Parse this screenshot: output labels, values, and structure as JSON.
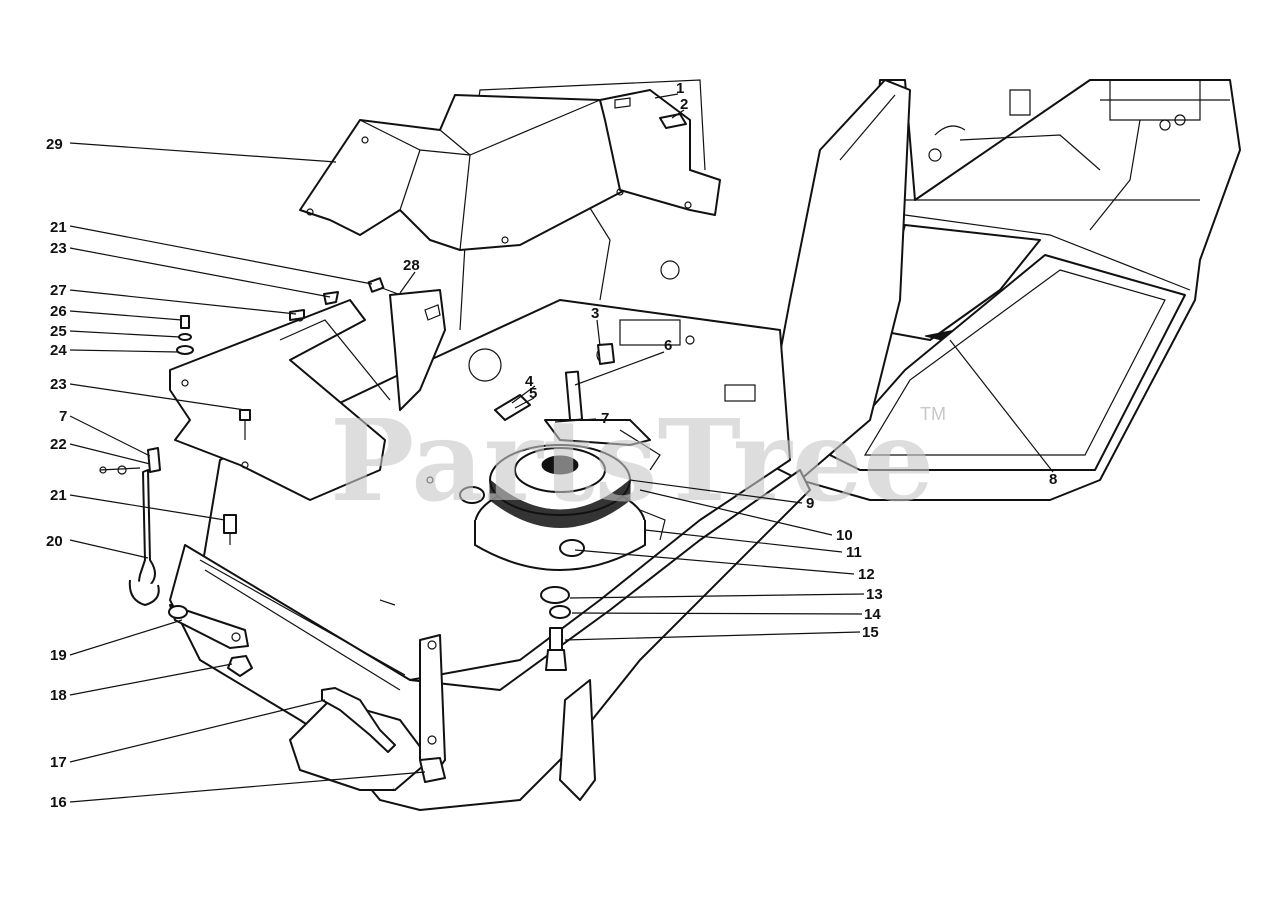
{
  "watermark": {
    "text": "PartsTree",
    "tm": "TM"
  },
  "callouts": [
    {
      "id": "c29",
      "label": "29"
    },
    {
      "id": "c1",
      "label": "1"
    },
    {
      "id": "c2",
      "label": "2"
    },
    {
      "id": "c21a",
      "label": "21"
    },
    {
      "id": "c23a",
      "label": "23"
    },
    {
      "id": "c28",
      "label": "28"
    },
    {
      "id": "c27",
      "label": "27"
    },
    {
      "id": "c26",
      "label": "26"
    },
    {
      "id": "c25",
      "label": "25"
    },
    {
      "id": "c24",
      "label": "24"
    },
    {
      "id": "c3",
      "label": "3"
    },
    {
      "id": "c6",
      "label": "6"
    },
    {
      "id": "c4",
      "label": "4"
    },
    {
      "id": "c5",
      "label": "5"
    },
    {
      "id": "c7a",
      "label": "7"
    },
    {
      "id": "c23b",
      "label": "23"
    },
    {
      "id": "c7b",
      "label": "7"
    },
    {
      "id": "c22",
      "label": "22"
    },
    {
      "id": "c8",
      "label": "8"
    },
    {
      "id": "c9",
      "label": "9"
    },
    {
      "id": "c10",
      "label": "10"
    },
    {
      "id": "c11",
      "label": "11"
    },
    {
      "id": "c12",
      "label": "12"
    },
    {
      "id": "c13",
      "label": "13"
    },
    {
      "id": "c14",
      "label": "14"
    },
    {
      "id": "c15",
      "label": "15"
    },
    {
      "id": "c21b",
      "label": "21"
    },
    {
      "id": "c20",
      "label": "20"
    },
    {
      "id": "c19",
      "label": "19"
    },
    {
      "id": "c18",
      "label": "18"
    },
    {
      "id": "c17",
      "label": "17"
    },
    {
      "id": "c16",
      "label": "16"
    }
  ]
}
